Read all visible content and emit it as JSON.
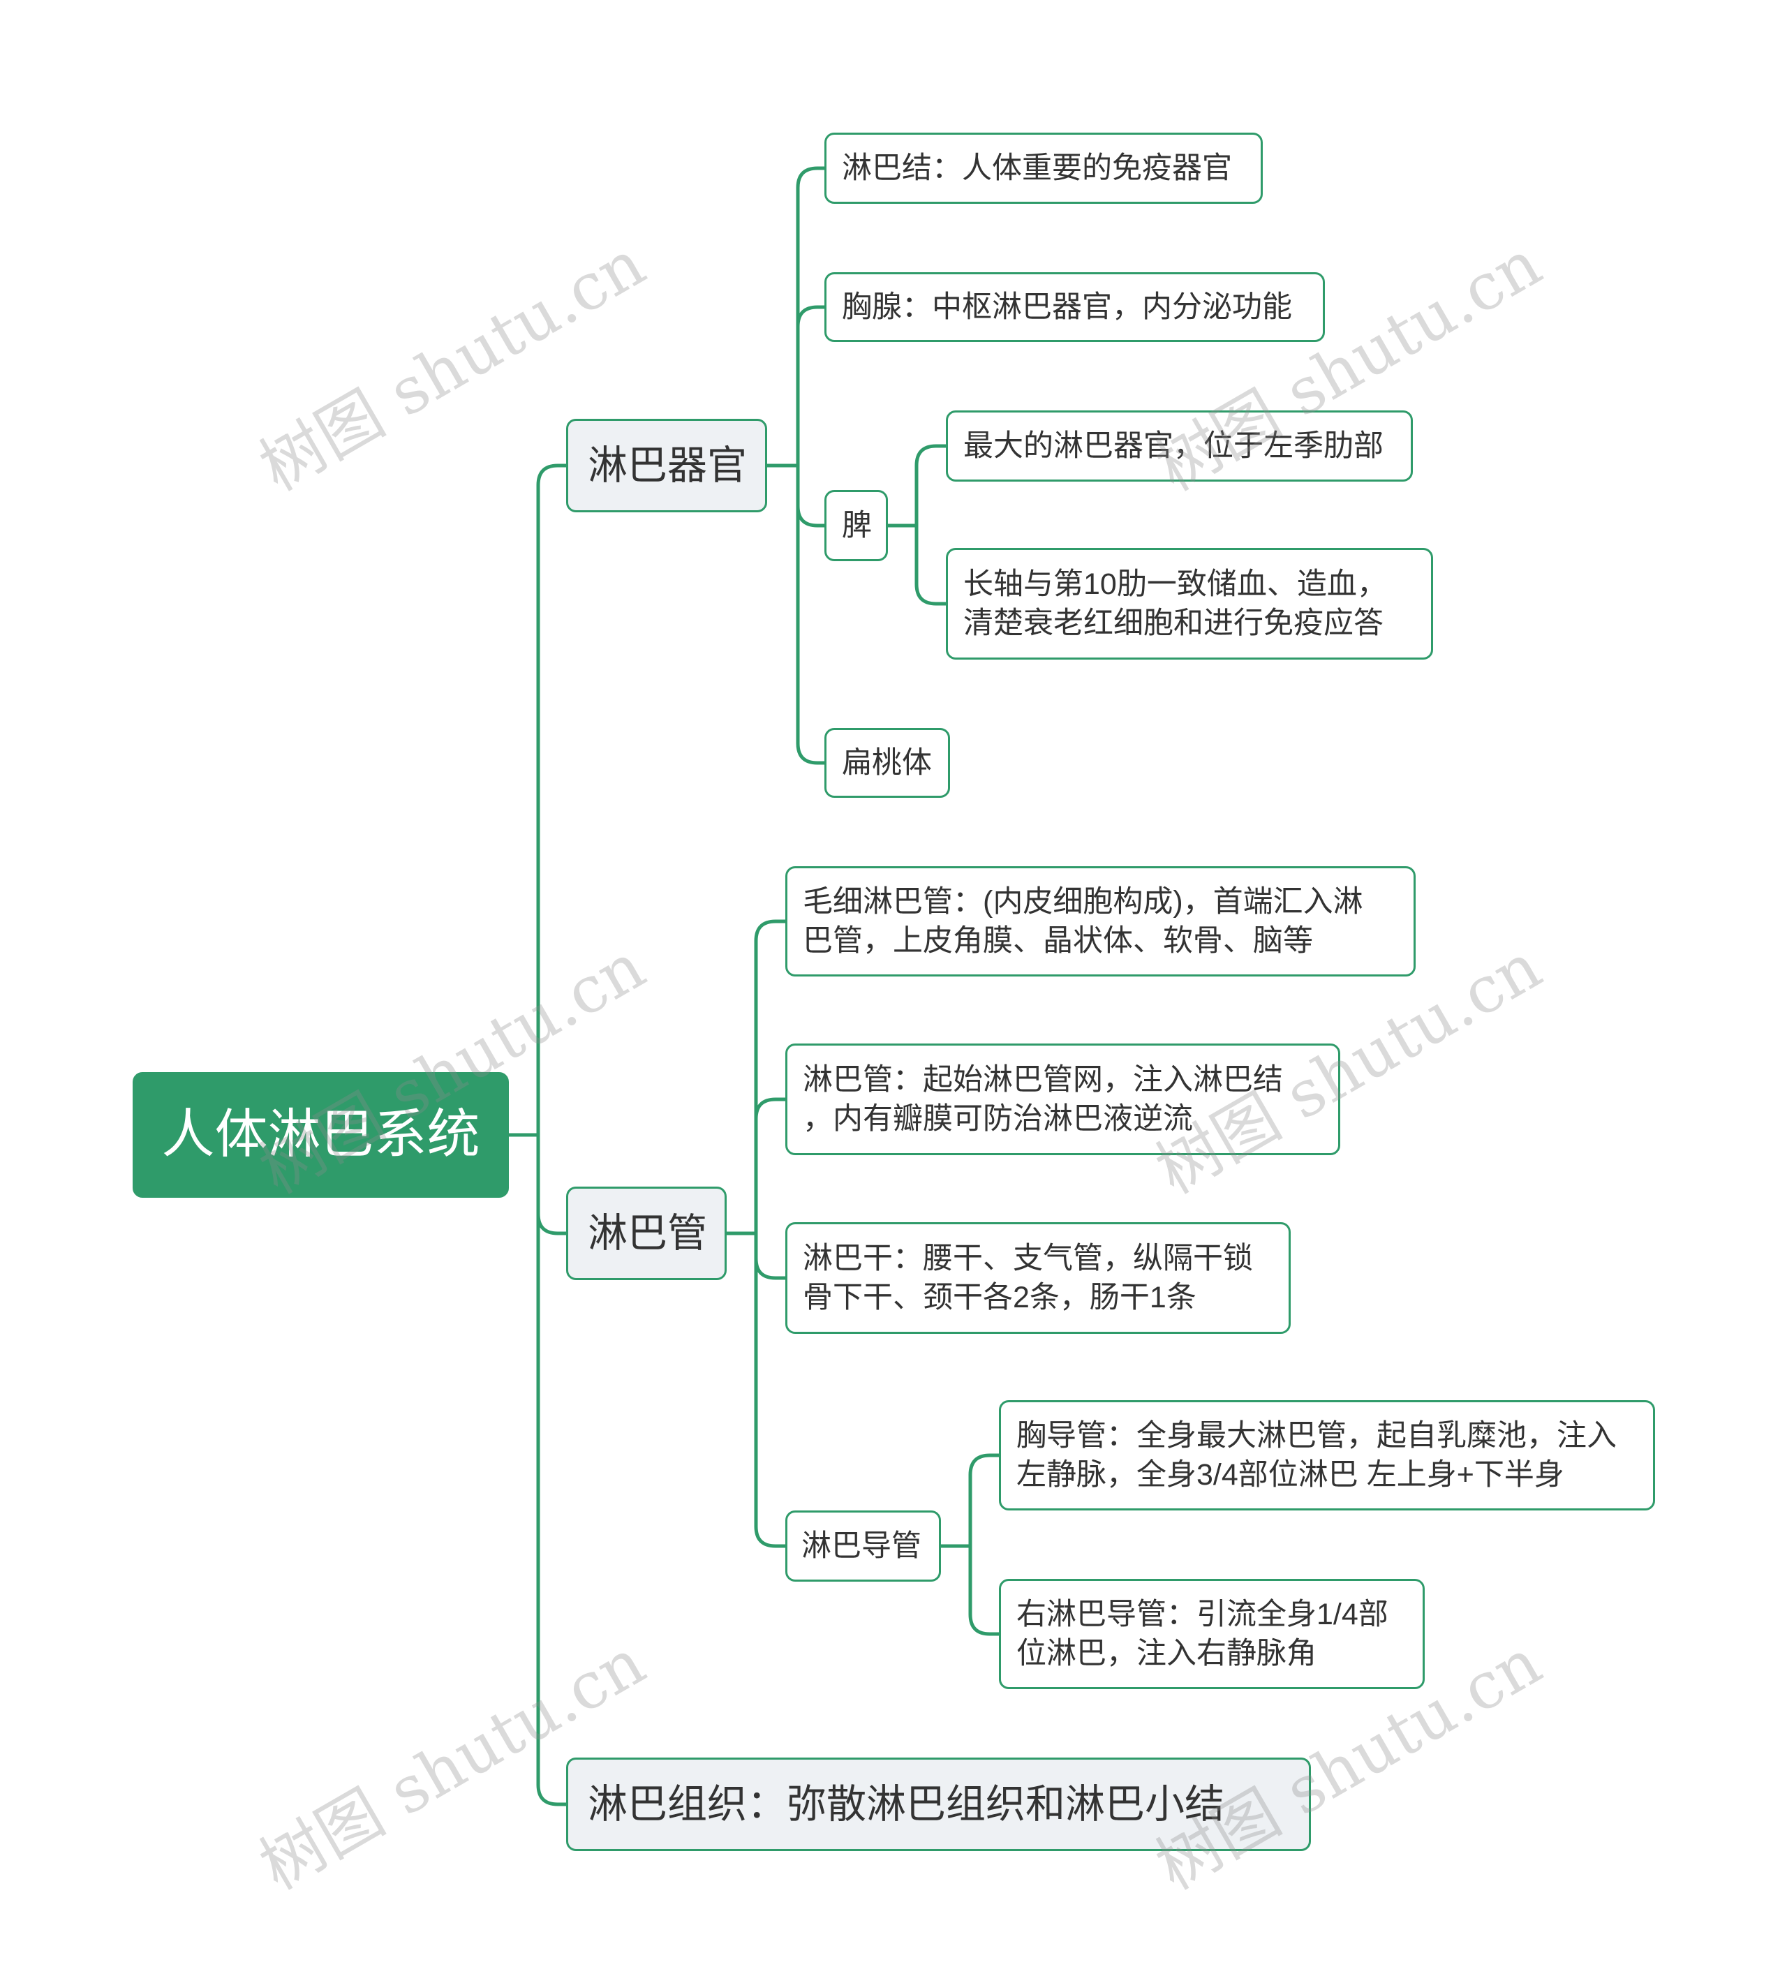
{
  "theme": {
    "accent": "#2f9b6a",
    "branch_fill": "#eef1f4",
    "leaf_fill": "#ffffff",
    "text": "#333333",
    "root_text": "#ffffff"
  },
  "watermark": {
    "text": "树图 shutu.cn"
  },
  "mindmap": {
    "root": "人体淋巴系统",
    "organs": {
      "label": "淋巴器官",
      "lymph_node": {
        "lines": [
          "淋巴结：人体重要的免疫器官"
        ]
      },
      "thymus": {
        "lines": [
          "胸腺：中枢淋巴器官，内分泌功能"
        ]
      },
      "spleen": {
        "label": "脾",
        "details": [
          {
            "lines": [
              "最大的淋巴器官，位于左季肋部"
            ]
          },
          {
            "lines": [
              "长轴与第10肋一致储血、造血，",
              "清楚衰老红细胞和进行免疫应答"
            ]
          }
        ]
      },
      "tonsil": {
        "lines": [
          "扁桃体"
        ]
      }
    },
    "vessels": {
      "label": "淋巴管",
      "capillary": {
        "lines": [
          "毛细淋巴管：(内皮细胞构成)，首端汇入淋",
          "巴管，上皮角膜、晶状体、软骨、脑等"
        ]
      },
      "vessel": {
        "lines": [
          "淋巴管：起始淋巴管网，注入淋巴结",
          "，内有瓣膜可防治淋巴液逆流"
        ]
      },
      "trunk": {
        "lines": [
          "淋巴干：腰干、支气管，纵隔干锁",
          "骨下干、颈干各2条，肠干1条"
        ]
      },
      "ducts": {
        "label": "淋巴导管",
        "details": [
          {
            "lines": [
              "胸导管：全身最大淋巴管，起自乳糜池，注入",
              "左静脉，全身3/4部位淋巴 左上身+下半身"
            ]
          },
          {
            "lines": [
              "右淋巴导管：引流全身1/4部",
              "位淋巴，注入右静脉角"
            ]
          }
        ]
      }
    },
    "tissue": {
      "label": "淋巴组织：弥散淋巴组织和淋巴小结"
    }
  }
}
